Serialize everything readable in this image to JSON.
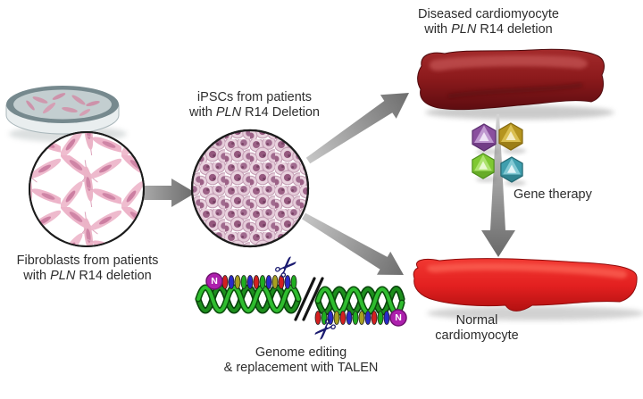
{
  "figure": {
    "fibroblasts_label": {
      "line1": "Fibroblasts from patients",
      "line2_prefix": "with ",
      "gene": "PLN",
      "line2_suffix": " R14 deletion"
    },
    "ipscs_label": {
      "line1": "iPSCs from patients",
      "line2_prefix": "with ",
      "gene": "PLN",
      "line2_suffix": " R14 Deletion"
    },
    "diseased_label": {
      "line1": "Diseased cardiomyocyte",
      "line2_prefix": "with ",
      "gene": "PLN",
      "line2_suffix": " R14 deletion"
    },
    "gene_therapy_label": "Gene therapy",
    "normal_label": {
      "line1": "Normal",
      "line2": "cardiomyocyte"
    },
    "genome_editing_label": {
      "line1": "Genome editing",
      "line2": "& replacement with TALEN"
    },
    "dna_end_marker": "N"
  },
  "colors": {
    "label_text": "#2d2d2d",
    "arrow_gray_light": "#bdbdbd",
    "arrow_gray_dark": "#6e6e6e",
    "diseased_cell_red": "#8c1a1c",
    "normal_cell_red": "#e32020",
    "fibroblast_pink": "#ecb0c6",
    "ipsc_mauve": "#a06a8e",
    "dna_green": "#2fbd2f",
    "talen_red": "#d42020",
    "talen_blue": "#2a2ac8",
    "talen_green": "#1fae1f",
    "talen_olive": "#a8a020",
    "n_marker_purple": "#ad1fad",
    "scissors_navy": "#1b1b70",
    "virus_purple": "#8a4f9e",
    "virus_gold": "#b5941f",
    "virus_green": "#7fc832",
    "virus_teal": "#3f9eae"
  }
}
